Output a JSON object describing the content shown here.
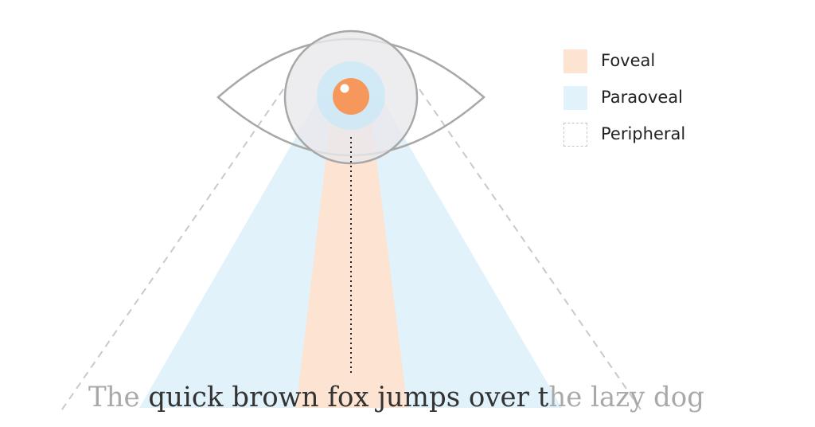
{
  "diagram": {
    "sentence_segments": [
      {
        "text": "The ",
        "emphasis": "faint"
      },
      {
        "text": "quick brown fox jumps over t",
        "emphasis": "strong"
      },
      {
        "text": "he lazy dog",
        "emphasis": "faint"
      }
    ],
    "colors": {
      "foveal": "#fde3d2",
      "paraoveal": "#e1f2fb",
      "pupil": "#f6975b",
      "iris": "#e9e8ec",
      "iris_glow": "#cde9f7",
      "eye_outline": "#a8a8a8",
      "peripheral_line": "#c9c9c9",
      "text_strong": "#333333",
      "text_faint": "#a9a9a9"
    }
  },
  "legend": {
    "items": [
      {
        "label": "Foveal",
        "swatch": "filled-orange"
      },
      {
        "label": "Paraoveal",
        "swatch": "filled-blue"
      },
      {
        "label": "Peripheral",
        "swatch": "dashed-outline"
      }
    ]
  }
}
